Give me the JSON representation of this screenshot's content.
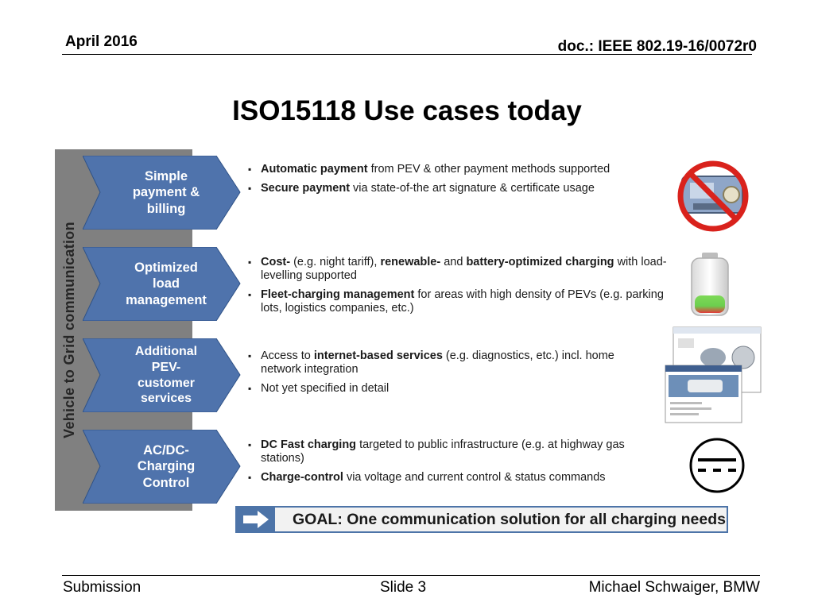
{
  "header": {
    "date": "April 2016",
    "doc": "doc.: IEEE 802.19-16/0072r0"
  },
  "title": "ISO15118 Use cases today",
  "side_label": "Vehicle to Grid communication",
  "colors": {
    "chevron": "#4f73ac",
    "panel": "#808080",
    "goal_border": "#4d74a8",
    "forbidden": "#d9221c"
  },
  "use_cases": [
    {
      "label": "Simple\npayment &\nbilling",
      "icon": "no-cash-payment-icon",
      "bullets": [
        {
          "b1": "Automatic payment",
          "t1": " from PEV & other payment methods supported"
        },
        {
          "b1": "Secure payment",
          "t1": " via state-of-the art signature & certificate usage"
        }
      ]
    },
    {
      "label": "Optimized\nload\nmanagement",
      "icon": "battery-icon",
      "bullets": [
        {
          "b1": "Cost-",
          "t1": " (e.g. night tariff), ",
          "b2": "renewable-",
          "t2": " and ",
          "b3": "battery-optimized  charging",
          "t3": " with load-levelling supported"
        },
        {
          "b1": "Fleet-charging management",
          "t1": " for areas with high density of PEVs (e.g. parking lots, logistics companies, etc.)"
        }
      ]
    },
    {
      "label": "Additional\nPEV-\ncustomer\nservices",
      "icon": "web-services-screenshot-icon",
      "bullets": [
        {
          "t0": "Access to ",
          "b1": "internet-based services",
          "t1": " (e.g. diagnostics, etc.) incl. home network integration"
        },
        {
          "t1": "Not yet specified in detail"
        }
      ]
    },
    {
      "label": "AC/DC-\nCharging\nControl",
      "icon": "dc-symbol-icon",
      "bullets": [
        {
          "b1": "DC Fast charging",
          "t1": " targeted to public infrastructure (e.g. at highway gas stations)"
        },
        {
          "b1": "Charge-control",
          "t1": " via voltage and current control & status commands"
        }
      ]
    }
  ],
  "goal": "GOAL: One communication solution for all charging needs",
  "footer": {
    "left": "Submission",
    "center": "Slide 3",
    "right": "Michael Schwaiger, BMW"
  }
}
